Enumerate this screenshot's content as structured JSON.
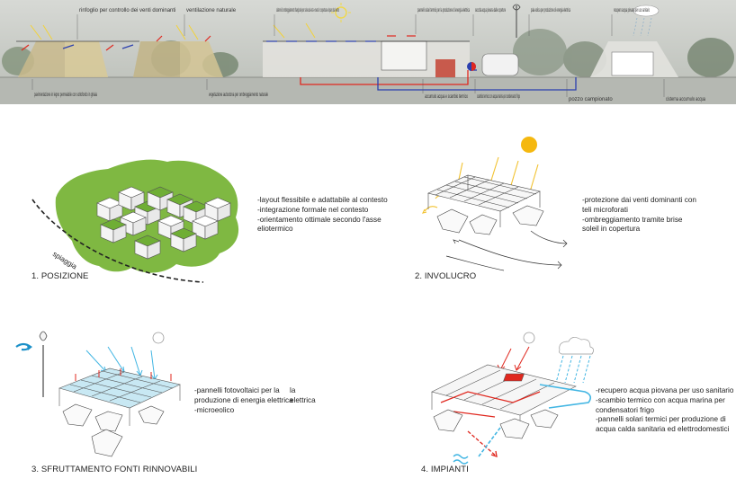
{
  "section_strip": {
    "annotations_top": [
      "rinfoglio per controllo dei venti dominanti",
      "ventilazione naturale",
      "sistemi di ombreggiamento frangisole per sole sud-est e ovest in copertura e riparo dal vento",
      "pannelli solari termici per la produzione di energia elettrica",
      "raccolta acqua piovana dalle coperture",
      "pala eolica per produzione di energia elettrica",
      "recupero acqua piovana per uso sanitario"
    ],
    "annotations_bottom": [
      "pavimentazione in legno permeabile con sottofondo in ghiaia",
      "vegetazione autoctona per ombreggiamento naturale",
      "accumulo acqua e scambio termico",
      "scambio termico con acqua marina per condensatori frigo",
      "pozzo campionato",
      "cisterna accumulo acqua"
    ]
  },
  "panels": [
    {
      "title": "1. POSIZIONE",
      "label_beach": "spiaggia",
      "notes": [
        "-layout flessibile e adattabile al contesto",
        "-integrazione formale nel contesto",
        "-orientamento ottimale secondo l'asse",
        "eliotermico"
      ]
    },
    {
      "title": "2. INVOLUCRO",
      "notes": [
        "-protezione dai venti dominanti con",
        "teli microforati",
        "-ombreggiamento tramite brise",
        "soleil in copertura"
      ]
    },
    {
      "title": "3. SFRUTTAMENTO FONTI RINNOVABILI",
      "notes": [
        "-pannelli fotovoltaici per la",
        "produzione di energia elettrica",
        "-microeolico"
      ],
      "notes_ghost": [
        "la",
        "elettrica"
      ]
    },
    {
      "title": "4. IMPIANTI",
      "notes": [
        "-recupero acqua piovana per uso sanitario",
        "-scambio termico con acqua marina per",
        "condensatori frigo",
        "-pannelli solari termici per produzione di",
        "acqua calda sanitaria ed elettrodomestici"
      ]
    }
  ],
  "colors": {
    "green": "#7fb842",
    "green_dark": "#5c9a2a",
    "sun": "#f5b80f",
    "sun_arrow": "#f2c230",
    "blue": "#43b6e3",
    "red": "#e0281f",
    "dark_blue": "#2b3fae"
  }
}
